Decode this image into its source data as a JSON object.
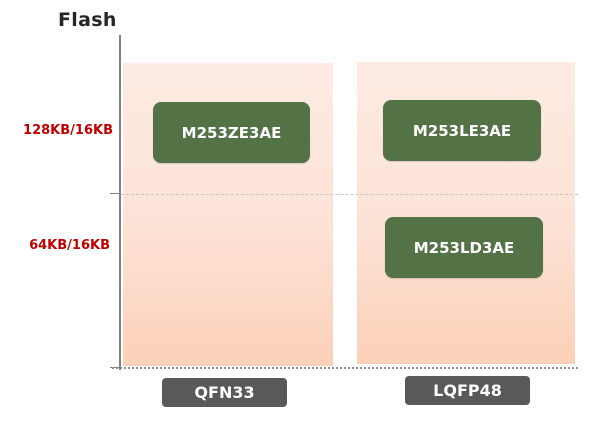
{
  "diagram": {
    "title": "Flash",
    "rows": [
      {
        "label": "128KB/16KB"
      },
      {
        "label": "64KB/16KB"
      }
    ],
    "columns": [
      {
        "label": "QFN33"
      },
      {
        "label": "LQFP48"
      }
    ],
    "parts": [
      {
        "name": "M253ZE3AE",
        "package": "QFN33",
        "flash": "128KB/16KB"
      },
      {
        "name": "M253LE3AE",
        "package": "LQFP48",
        "flash": "128KB/16KB"
      },
      {
        "name": "M253LD3AE",
        "package": "LQFP48",
        "flash": "64KB/16KB"
      }
    ],
    "colors": {
      "row_label": "#c00000",
      "part_chip": "#537245",
      "package_label": "#595959",
      "column_fill": "#fde2d6"
    }
  }
}
